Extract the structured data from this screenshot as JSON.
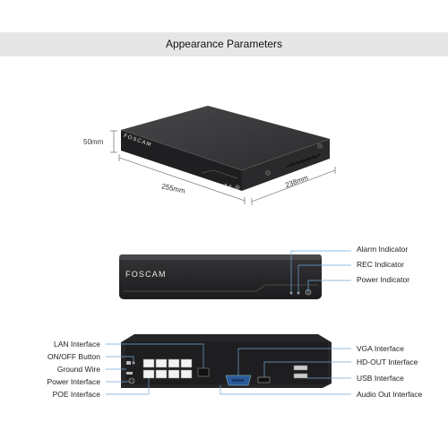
{
  "header": {
    "title": "Appearance Parameters"
  },
  "brand": {
    "logo_text": "FOSCAM"
  },
  "dimensions": {
    "height": "50mm",
    "width": "255mm",
    "depth": "238mm"
  },
  "front_labels": {
    "alarm": "Alarm Indicator",
    "rec": "REC Indicator",
    "power": "Power Indicator"
  },
  "rear_labels_left": {
    "lan": "LAN Interface",
    "onoff": "ON/OFF Button",
    "ground": "Ground Wire",
    "power": "Power  Interface",
    "poe": "POE  Interface"
  },
  "rear_labels_right": {
    "vga": "VGA Interface",
    "hdout": "HD-OUT Interface",
    "usb": "USB Interface",
    "audio": "Audio Out Interface"
  },
  "colors": {
    "device": "#2b2b2d",
    "device_top": "#3a3a3d",
    "callout": "#6fa8d6",
    "banner": "#e6e6e6"
  }
}
